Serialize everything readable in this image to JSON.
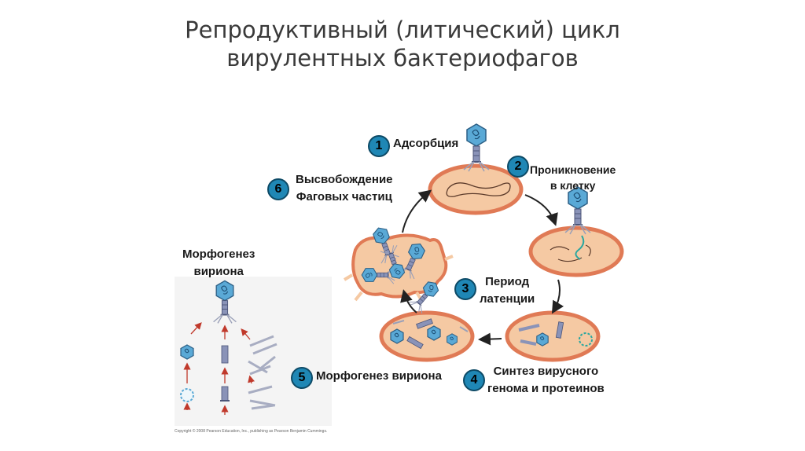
{
  "title": {
    "line1": "Репродуктивный (литический) цикл",
    "line2": "вирулентных бактериофагов"
  },
  "steps": [
    {
      "number": "1",
      "label_line1": "Адсорбция",
      "label_line2": ""
    },
    {
      "number": "2",
      "label_line1": "Проникновение",
      "label_line2": "в клетку"
    },
    {
      "number": "3",
      "label_line1": "Период",
      "label_line2": "латенции"
    },
    {
      "number": "4",
      "label_line1": "Синтез вирусного",
      "label_line2": "генома и протеинов"
    },
    {
      "number": "5",
      "label_line1": "Морфогенез вириона",
      "label_line2": ""
    },
    {
      "number": "6",
      "label_line1": "Высвобождение",
      "label_line2": "Фаговых частиц"
    }
  ],
  "inset": {
    "label_line1": "Морфогенез",
    "label_line2": "вириона"
  },
  "copyright": "Copyright © 2008 Pearson Education, Inc., publishing as Pearson Benjamin Cummings.",
  "colors": {
    "badge": "#1f87b5",
    "cell_fill": "#f5c9a3",
    "cell_wall": "#e07a55",
    "phage_head": "#5aa9d6",
    "phage_tail": "#8a93b8",
    "arrow": "#222222",
    "assembly_arrow": "#c0392b"
  }
}
